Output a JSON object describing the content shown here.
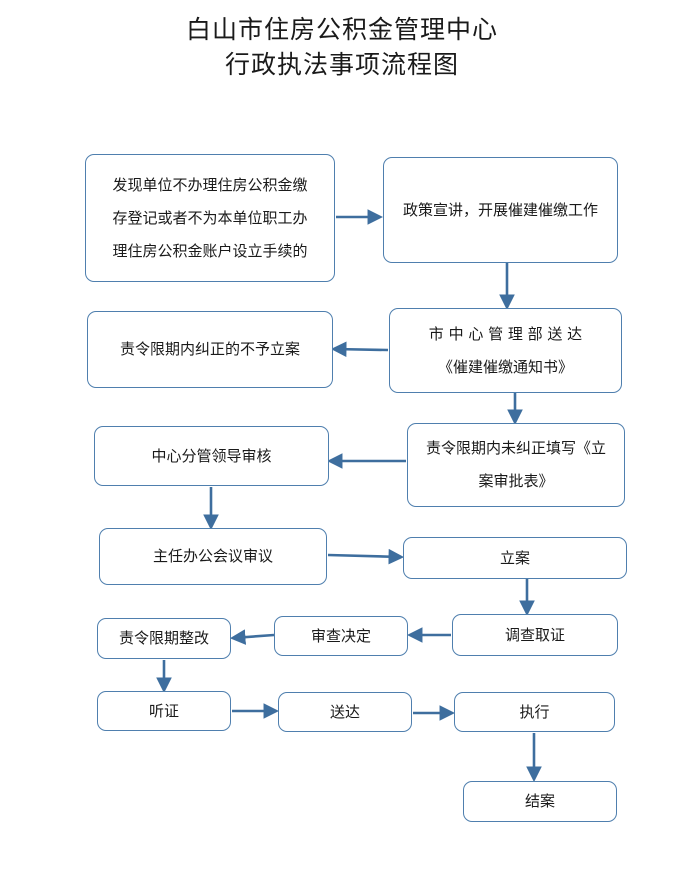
{
  "title": {
    "line1": "白山市住房公积金管理中心",
    "line2": "行政执法事项流程图"
  },
  "nodes": {
    "discover": {
      "lines": [
        "发现单位不办理住房公积金缴",
        "存登记或者不为本单位职工办",
        "理住房公积金账户设立手续的"
      ]
    },
    "publicize": {
      "text": "政策宣讲，开展催建催缴工作"
    },
    "deliver_notice": {
      "lines": [
        "市 中 心 管 理 部 送 达",
        "《催建催缴通知书》"
      ]
    },
    "no_case": {
      "text": "责令限期内纠正的不予立案"
    },
    "fill_form": {
      "lines": [
        "责令限期内未纠正填写《立",
        "案审批表》"
      ]
    },
    "leader_review": {
      "text": "中心分管领导审核"
    },
    "director_meeting": {
      "text": "主任办公会议审议"
    },
    "file_case": {
      "text": "立案"
    },
    "investigate": {
      "text": "调查取证"
    },
    "decide": {
      "text": "审查决定"
    },
    "rectify": {
      "text": "责令限期整改"
    },
    "hearing": {
      "text": "听证"
    },
    "serve": {
      "text": "送达"
    },
    "execute": {
      "text": "执行"
    },
    "close": {
      "text": "结案"
    }
  },
  "colors": {
    "border": "#4f7fae",
    "arrow": "#3e6e9e"
  }
}
